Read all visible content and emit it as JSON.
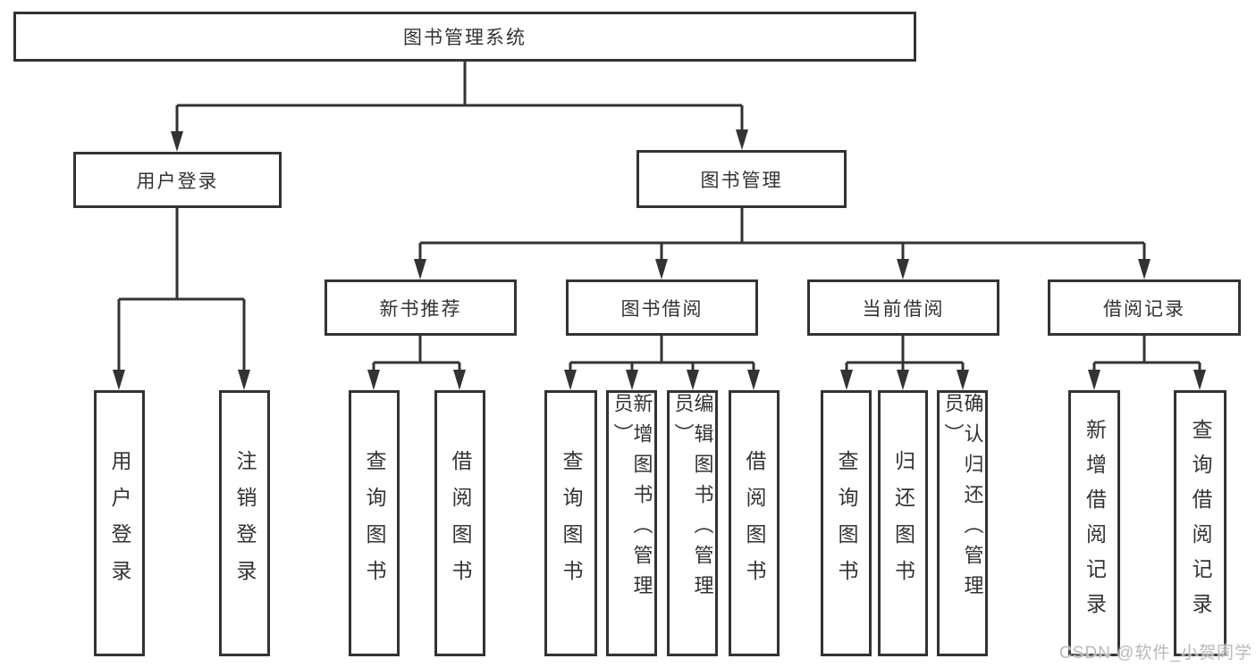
{
  "diagram": {
    "watermark": "CSDN @软件_小贺同学",
    "colors": {
      "line": "#333333",
      "box_border": "#333333",
      "box_fill": "#ffffff",
      "text": "#333333",
      "watermark_text": "#b9b9b9",
      "background": "#ffffff"
    },
    "tree": {
      "label": "图书管理系统",
      "children": [
        {
          "label": "用户登录",
          "children": [
            {
              "label": "用户登录"
            },
            {
              "label": "注销登录"
            }
          ]
        },
        {
          "label": "图书管理",
          "children": [
            {
              "label": "新书推荐",
              "children": [
                {
                  "label": "查询图书"
                },
                {
                  "label": "借阅图书"
                }
              ]
            },
            {
              "label": "图书借阅",
              "children": [
                {
                  "label": "查询图书"
                },
                {
                  "label": "新增图书（管理员）"
                },
                {
                  "label": "编辑图书（管理员）"
                },
                {
                  "label": "借阅图书"
                }
              ]
            },
            {
              "label": "当前借阅",
              "children": [
                {
                  "label": "查询图书"
                },
                {
                  "label": "归还图书"
                },
                {
                  "label": "确认归还（管理员）"
                }
              ]
            },
            {
              "label": "借阅记录",
              "children": [
                {
                  "label": "新增借阅记录"
                },
                {
                  "label": "查询借阅记录"
                }
              ]
            }
          ]
        }
      ]
    }
  }
}
